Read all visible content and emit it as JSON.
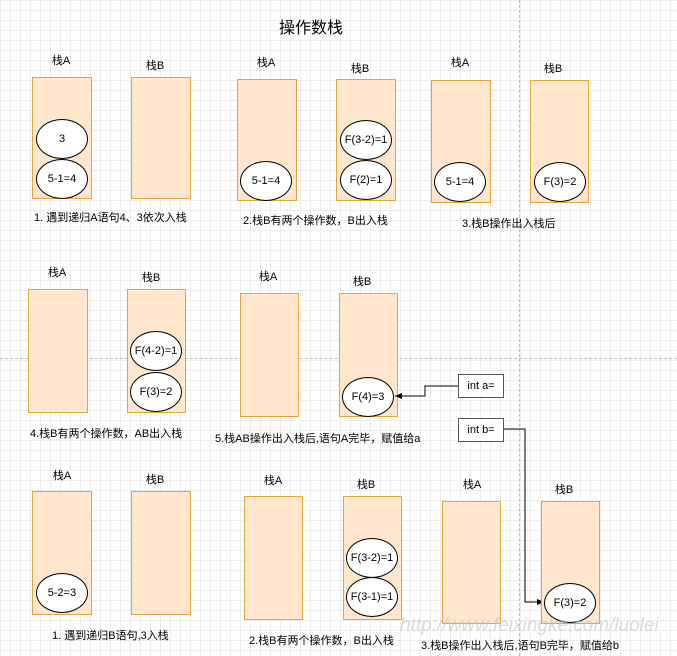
{
  "title": "操作数栈",
  "stack_a": "栈A",
  "stack_b": "栈B",
  "section_a": {
    "step1": {
      "a_items": [
        "3",
        "5-1=4"
      ],
      "caption": "1. 遇到递归A语句4、3依次入栈"
    },
    "step2": {
      "a_items": [
        "5-1=4"
      ],
      "b_items": [
        "F(3-2)=1",
        "F(2)=1"
      ],
      "caption": "2.栈B有两个操作数，B出入栈"
    },
    "step3": {
      "a_items": [
        "5-1=4"
      ],
      "b_items": [
        "F(3)=2"
      ],
      "caption": "3.栈B操作出入栈后"
    },
    "step4": {
      "b_items": [
        "F(4-2)=1",
        "F(3)=2"
      ],
      "caption": "4.栈B有两个操作数，AB出入栈"
    },
    "step5": {
      "b_items": [
        "F(4)=3"
      ],
      "caption": "5.栈AB操作出入栈后,语句A完毕，赋值给a"
    }
  },
  "variables": {
    "a": "int a=",
    "b": "int b="
  },
  "section_b": {
    "step1": {
      "a_items": [
        "5-2=3"
      ],
      "caption": "1. 遇到递归B语句,3入栈"
    },
    "step2": {
      "b_items": [
        "F(3-2)=1",
        "F(3-1)=1"
      ],
      "caption": "2.栈B有两个操作数，B出入栈"
    },
    "step3": {
      "b_items": [
        "F(3)=2"
      ],
      "caption": "3.栈B操作出入栈后,语句B完毕，赋值给b"
    }
  },
  "watermark": "http://www.feixingke.com/luolei",
  "colors": {
    "stack_fill": "#ffe6cc",
    "stack_border": "#e0a83a"
  }
}
